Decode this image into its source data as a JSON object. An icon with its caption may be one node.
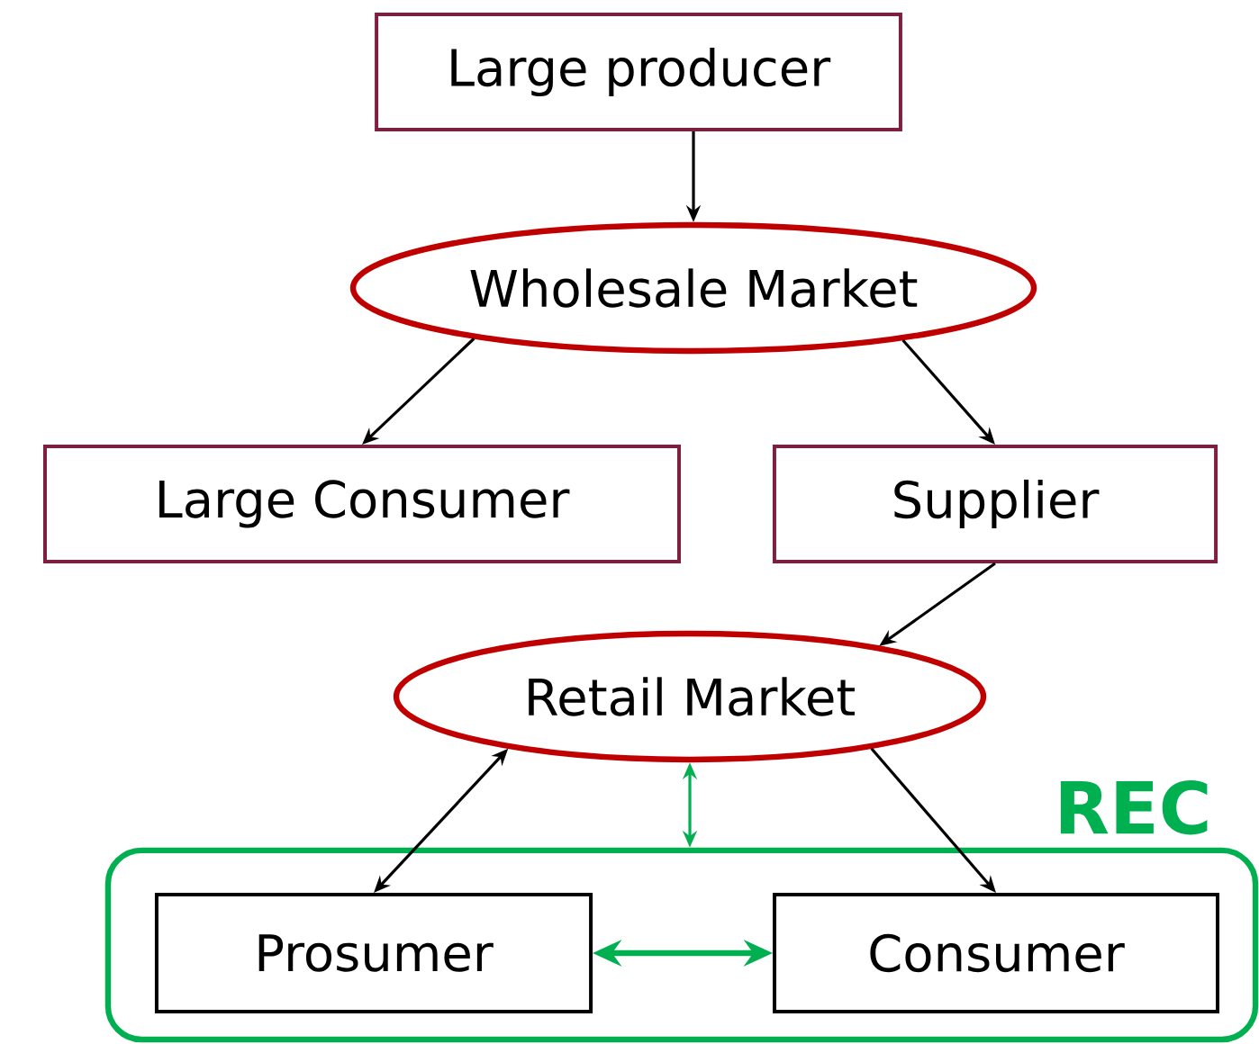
{
  "diagram": {
    "nodes": [
      {
        "text": [
          "Large producer"
        ]
      },
      {
        "text": [
          "Wholesale Market"
        ]
      },
      {
        "text": [
          "Large Consumer"
        ]
      },
      {
        "text": [
          "Supplier"
        ]
      },
      {
        "text": [
          "Retail Market"
        ]
      },
      {
        "text": [
          "REC"
        ]
      },
      {
        "text": [
          "Prosumer"
        ],
        "in": 5
      },
      {
        "text": [
          "Consumer"
        ],
        "in": 5
      }
    ],
    "edges": [
      {
        "from": 0,
        "to": 1,
        "arrow": "to"
      },
      {
        "from": 1,
        "to": 2,
        "arrow": "to"
      },
      {
        "from": 1,
        "to": 3,
        "arrow": "to"
      },
      {
        "from": 3,
        "to": 4,
        "arrow": "to"
      },
      {
        "from": 4,
        "to": 6,
        "arrow": "both"
      },
      {
        "from": 4,
        "to": 7,
        "arrow": "to"
      },
      {
        "from": 4,
        "to": 5,
        "arrow": "both",
        "color": "#00b050"
      },
      {
        "from": 6,
        "to": 7,
        "arrow": "both",
        "style": "thick",
        "color": "#00b050"
      }
    ]
  }
}
